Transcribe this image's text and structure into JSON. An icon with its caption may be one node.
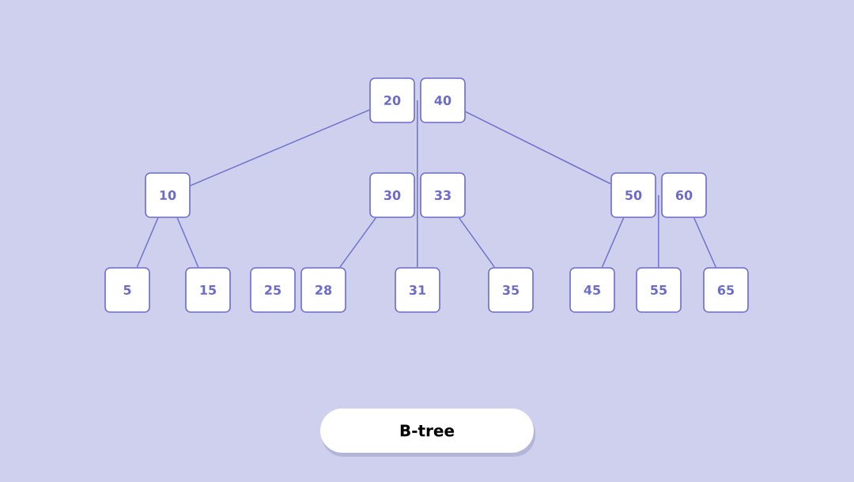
{
  "diagram": {
    "caption": "B-tree",
    "nodes": [
      {
        "text": [
          "20"
        ]
      },
      {
        "text": [
          "40"
        ]
      },
      {
        "text": [
          "10"
        ]
      },
      {
        "text": [
          "30"
        ]
      },
      {
        "text": [
          "33"
        ]
      },
      {
        "text": [
          "50"
        ]
      },
      {
        "text": [
          "60"
        ]
      },
      {
        "text": [
          "5"
        ]
      },
      {
        "text": [
          "15"
        ]
      },
      {
        "text": [
          "25"
        ]
      },
      {
        "text": [
          "28"
        ]
      },
      {
        "text": [
          "31"
        ]
      },
      {
        "text": [
          "35"
        ]
      },
      {
        "text": [
          "45"
        ]
      },
      {
        "text": [
          "55"
        ]
      },
      {
        "text": [
          "65"
        ]
      }
    ],
    "edges": [
      {
        "from": 0,
        "to": 2,
        "arrow": "none"
      },
      {
        "from": 0,
        "to": 11,
        "arrow": "none"
      },
      {
        "from": 1,
        "to": 5,
        "arrow": "none"
      },
      {
        "from": 2,
        "to": 7,
        "arrow": "none"
      },
      {
        "from": 2,
        "to": 8,
        "arrow": "none"
      },
      {
        "from": 3,
        "to": 10,
        "arrow": "none"
      },
      {
        "from": 4,
        "to": 12,
        "arrow": "none"
      },
      {
        "from": 5,
        "to": 13,
        "arrow": "none"
      },
      {
        "from": 5,
        "to": 14,
        "arrow": "none"
      },
      {
        "from": 6,
        "to": 15,
        "arrow": "none"
      }
    ]
  }
}
